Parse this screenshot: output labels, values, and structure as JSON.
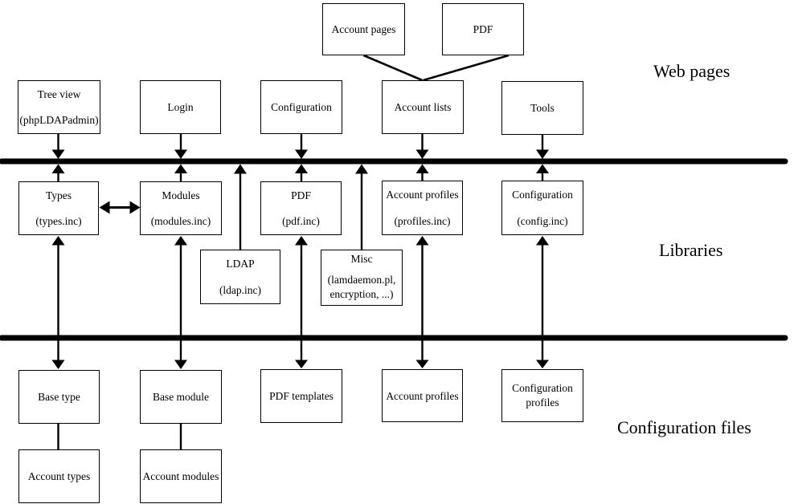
{
  "section_labels": {
    "web_pages": "Web pages",
    "libraries": "Libraries",
    "configuration_files": "Configuration files"
  },
  "boxes": {
    "account_pages": [
      "Account pages"
    ],
    "pdf_page": [
      "PDF"
    ],
    "tree_view": [
      "Tree view",
      "(phpLDAPadmin)"
    ],
    "login": [
      "Login"
    ],
    "configuration_page": [
      "Configuration"
    ],
    "account_lists": [
      "Account lists"
    ],
    "tools": [
      "Tools"
    ],
    "types": [
      "Types",
      "(types.inc)"
    ],
    "modules": [
      "Modules",
      "(modules.inc)"
    ],
    "pdf_lib": [
      "PDF",
      "(pdf.inc)"
    ],
    "account_profiles_lib": [
      "Account profiles",
      "(profiles.inc)"
    ],
    "configuration_lib": [
      "Configuration",
      "(config.inc)"
    ],
    "ldap": [
      "LDAP",
      "(ldap.inc)"
    ],
    "misc": [
      "Misc",
      "(lamdaemon.pl,",
      "encryption, ...)"
    ],
    "base_type": [
      "Base type"
    ],
    "base_module": [
      "Base module"
    ],
    "pdf_templates": [
      "PDF templates"
    ],
    "account_profiles_cfg": [
      "Account profiles"
    ],
    "configuration_profiles": [
      "Configuration",
      "profiles"
    ],
    "account_types": [
      "Account types"
    ],
    "account_modules": [
      "Account modules"
    ]
  },
  "colors": {
    "line": "#000000",
    "background": "#ffffff",
    "text": "#000000"
  }
}
